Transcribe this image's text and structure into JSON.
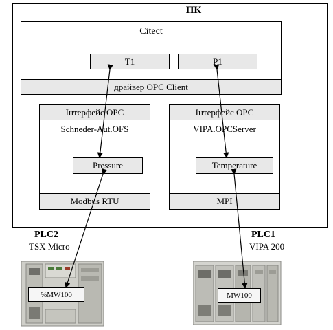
{
  "pc": {
    "title": "ПК"
  },
  "citect": {
    "title": "Citect",
    "tags": [
      "T1",
      "P1"
    ],
    "driver": "драйвер OPC Client"
  },
  "servers": [
    {
      "interface": "Інтерфейс OPC",
      "name": "Schneder-Aut.OFS",
      "variable": "Pressure",
      "protocol": "Modbus RTU"
    },
    {
      "interface": "Інтерфейс OPC",
      "name": "VIPA.OPCServer",
      "variable": "Temperature",
      "protocol": "MPI"
    }
  ],
  "plcs": [
    {
      "id": "PLC2",
      "model": "TSX Micro",
      "register": "%MW100"
    },
    {
      "id": "PLC1",
      "model": "VIPA 200",
      "register": "MW100"
    }
  ]
}
